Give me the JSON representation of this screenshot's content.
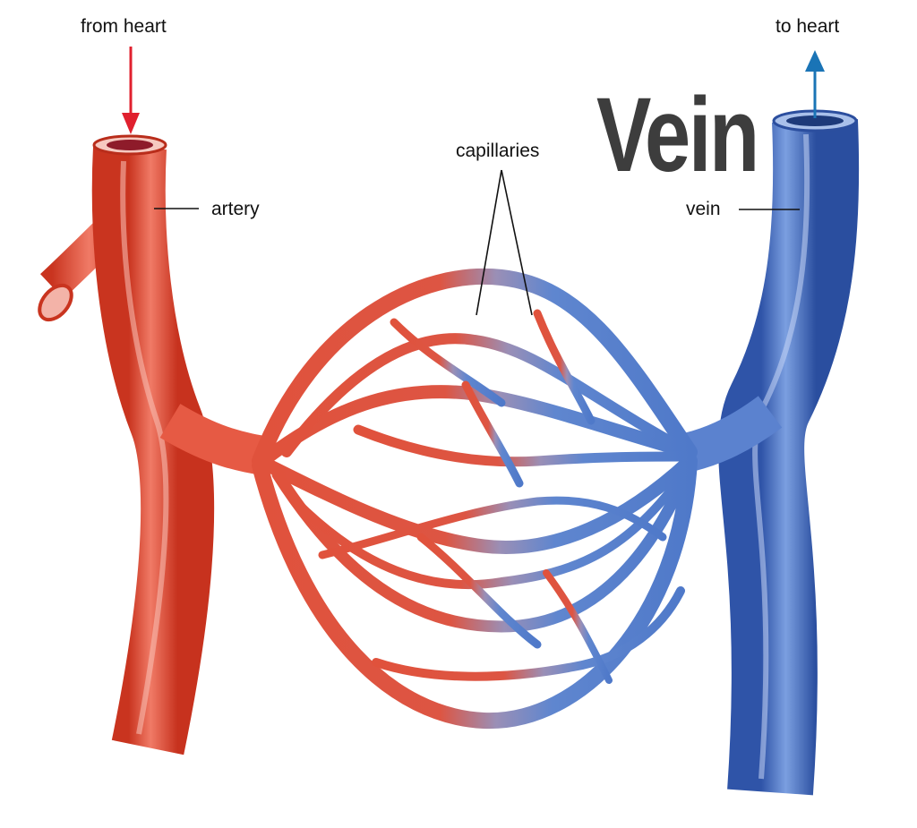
{
  "title": "Vein",
  "labels": {
    "from_heart": "from heart",
    "to_heart": "to heart",
    "artery": "artery",
    "vein": "vein",
    "capillaries": "capillaries"
  },
  "colors": {
    "artery": "#e0523c",
    "vein": "#4f79c9",
    "arrow_in": "#e0202e",
    "arrow_out": "#1a74b6",
    "title": "#3d3d3d"
  }
}
